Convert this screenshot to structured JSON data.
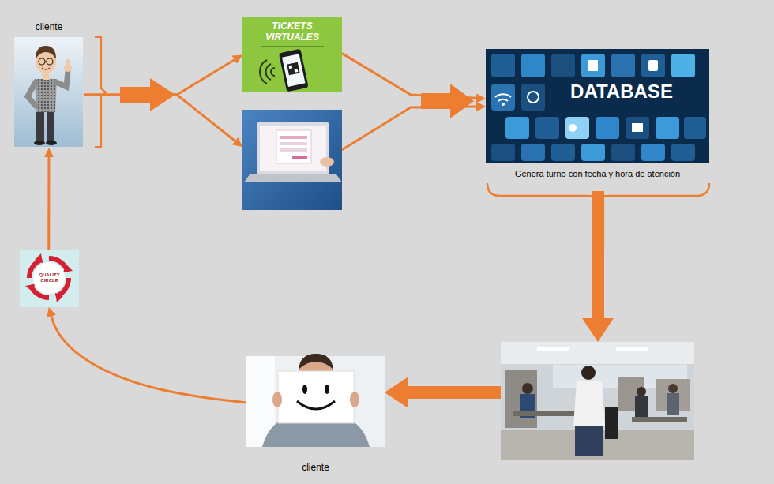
{
  "diagram": {
    "nodes": [
      {
        "text": [
          "cliente"
        ]
      },
      {
        "text": [
          "TICKETS VIRTUALES"
        ]
      },
      {
        "text": []
      },
      {
        "text": [
          "DATABASE",
          "Genera turno con fecha y hora de atención"
        ]
      },
      {
        "text": []
      },
      {
        "text": [
          "cliente"
        ]
      },
      {
        "text": [
          "QUALITY CIRCLE"
        ]
      }
    ],
    "edges": [
      {
        "from": 0,
        "to": 1,
        "arrow": "to"
      },
      {
        "from": 0,
        "to": 2,
        "arrow": "to"
      },
      {
        "from": 1,
        "to": 3,
        "arrow": "to"
      },
      {
        "from": 2,
        "to": 3,
        "arrow": "to"
      },
      {
        "from": 3,
        "to": 4,
        "arrow": "to"
      },
      {
        "from": 4,
        "to": 5,
        "arrow": "to"
      },
      {
        "from": 5,
        "to": 6,
        "arrow": "to"
      },
      {
        "from": 6,
        "to": 0,
        "arrow": "to"
      }
    ]
  }
}
